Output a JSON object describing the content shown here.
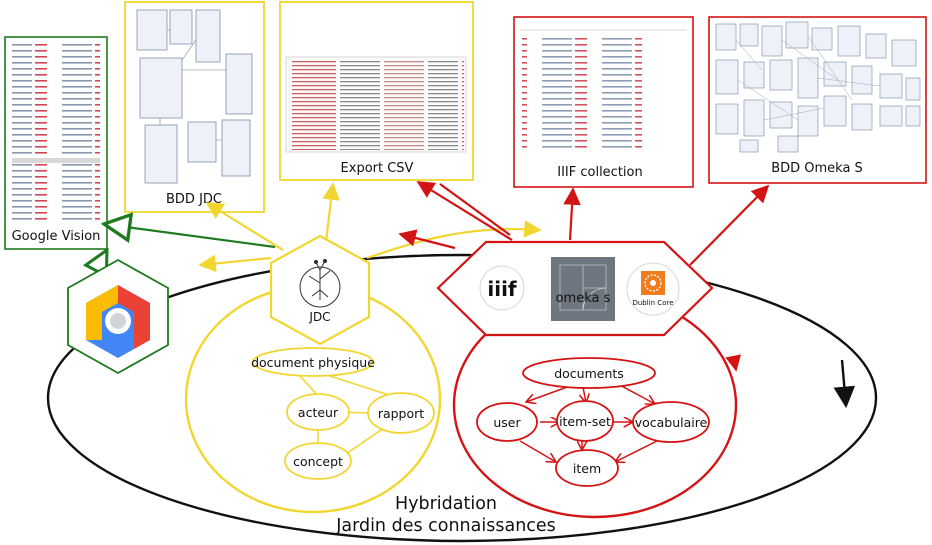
{
  "main": {
    "title_line1": "Hybridation",
    "title_line2": "Jardin des connaissances"
  },
  "panels": {
    "google_vision": "Google Vision",
    "bdd_jdc": "BDD JDC",
    "export_csv": "Export CSV",
    "iiif_collection": "IIIF collection",
    "bdd_omeka": "BDD Omeka S"
  },
  "jdc": {
    "label": "JDC",
    "nodes": {
      "document_physique": "document physique",
      "acteur": "acteur",
      "rapport": "rapport",
      "concept": "concept"
    }
  },
  "omeka": {
    "logo_iiif": "iiif",
    "logo_omeka": "omeka s",
    "logo_dublin": "Dublin Core",
    "nodes": {
      "documents": "documents",
      "user": "user",
      "item_set": "item-set",
      "vocabulaire": "vocabulaire",
      "item": "item"
    }
  },
  "colors": {
    "green": "#1e7a1e",
    "yellow": "#f2d630",
    "red": "#d41414",
    "black": "#111111"
  }
}
